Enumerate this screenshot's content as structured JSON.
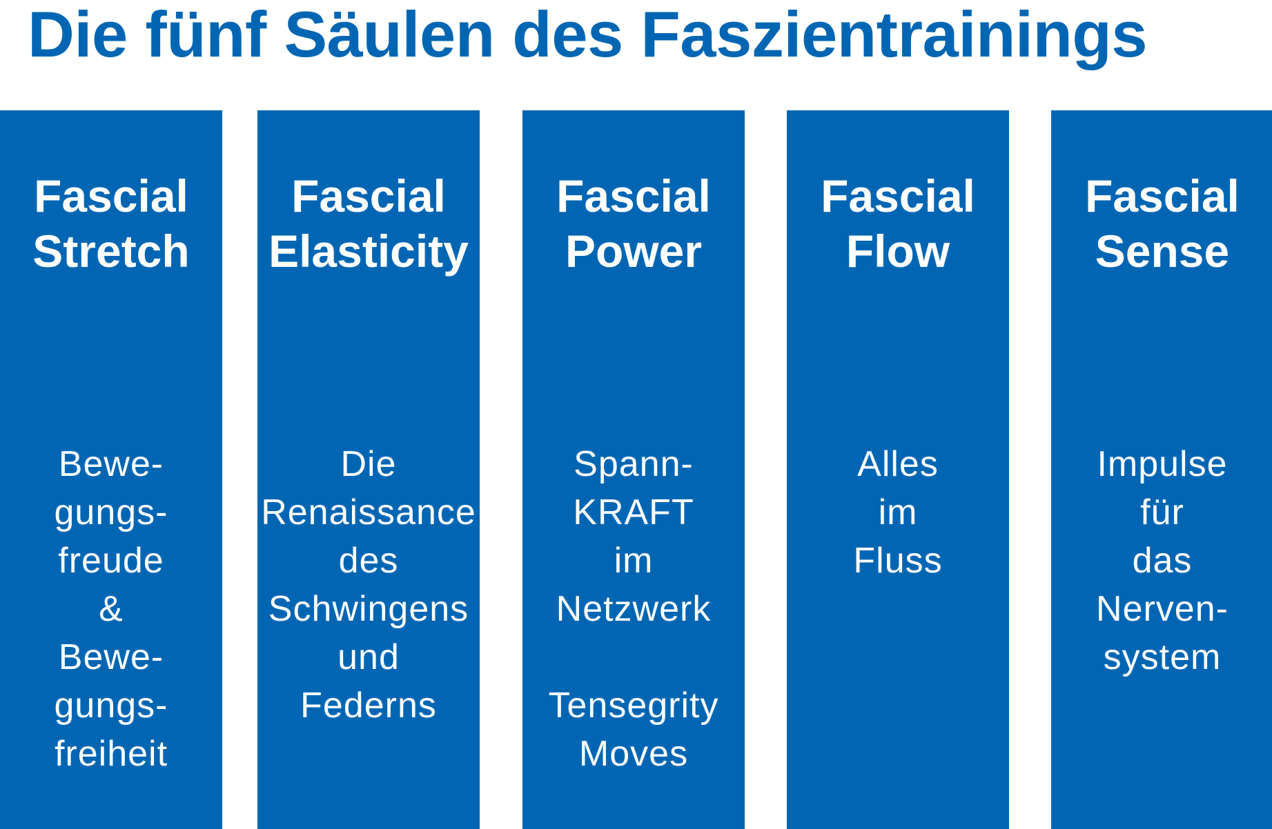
{
  "title": "Die fünf Säulen des Faszientrainings",
  "accent_color": "#0066b3",
  "pillars": [
    {
      "title_lines": [
        "Fascial",
        "Stretch"
      ],
      "desc_lines": [
        "Bewe-",
        "gungs-",
        "freude",
        "&",
        "Bewe-",
        "gungs-",
        "freiheit"
      ]
    },
    {
      "title_lines": [
        "Fascial",
        "Elasticity"
      ],
      "desc_lines": [
        "Die",
        "Renaissance",
        "des",
        "Schwingens",
        "und",
        "Federns"
      ]
    },
    {
      "title_lines": [
        "Fascial",
        "Power"
      ],
      "desc_lines": [
        "Spann-",
        "KRAFT",
        "im",
        "Netzwerk",
        "",
        "Tensegrity",
        "Moves"
      ]
    },
    {
      "title_lines": [
        "Fascial",
        "Flow"
      ],
      "desc_lines": [
        "Alles",
        "im",
        "Fluss"
      ]
    },
    {
      "title_lines": [
        "Fascial",
        "Sense"
      ],
      "desc_lines": [
        "Impulse",
        "für",
        "das",
        "Nerven-",
        "system"
      ]
    }
  ]
}
